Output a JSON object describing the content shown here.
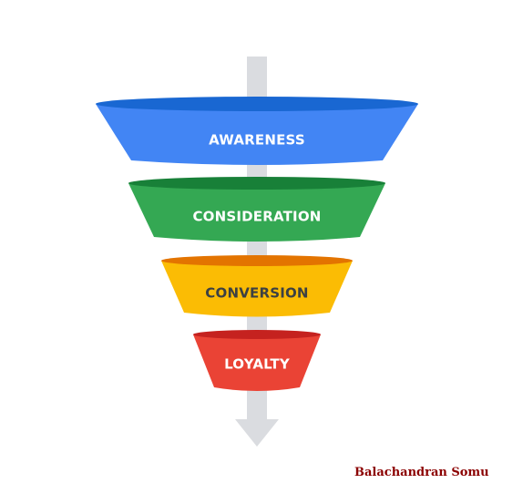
{
  "diagram": {
    "stages": [
      {
        "label": "AWARENESS",
        "color": "#4285F4",
        "rim_color": "#1967D2",
        "text_color": "#FFFFFF"
      },
      {
        "label": "CONSIDERATION",
        "color": "#34A853",
        "rim_color": "#188038",
        "text_color": "#FFFFFF"
      },
      {
        "label": "CONVERSION",
        "color": "#FBBC04",
        "rim_color": "#E37400",
        "text_color": "#3C4043"
      },
      {
        "label": "LOYALTY",
        "color": "#EA4335",
        "rim_color": "#C5221F",
        "text_color": "#FFFFFF"
      }
    ],
    "shaft_color": "#DADCE0"
  },
  "credit": {
    "text": "Balachandran Somu",
    "color": "#8B0000"
  }
}
